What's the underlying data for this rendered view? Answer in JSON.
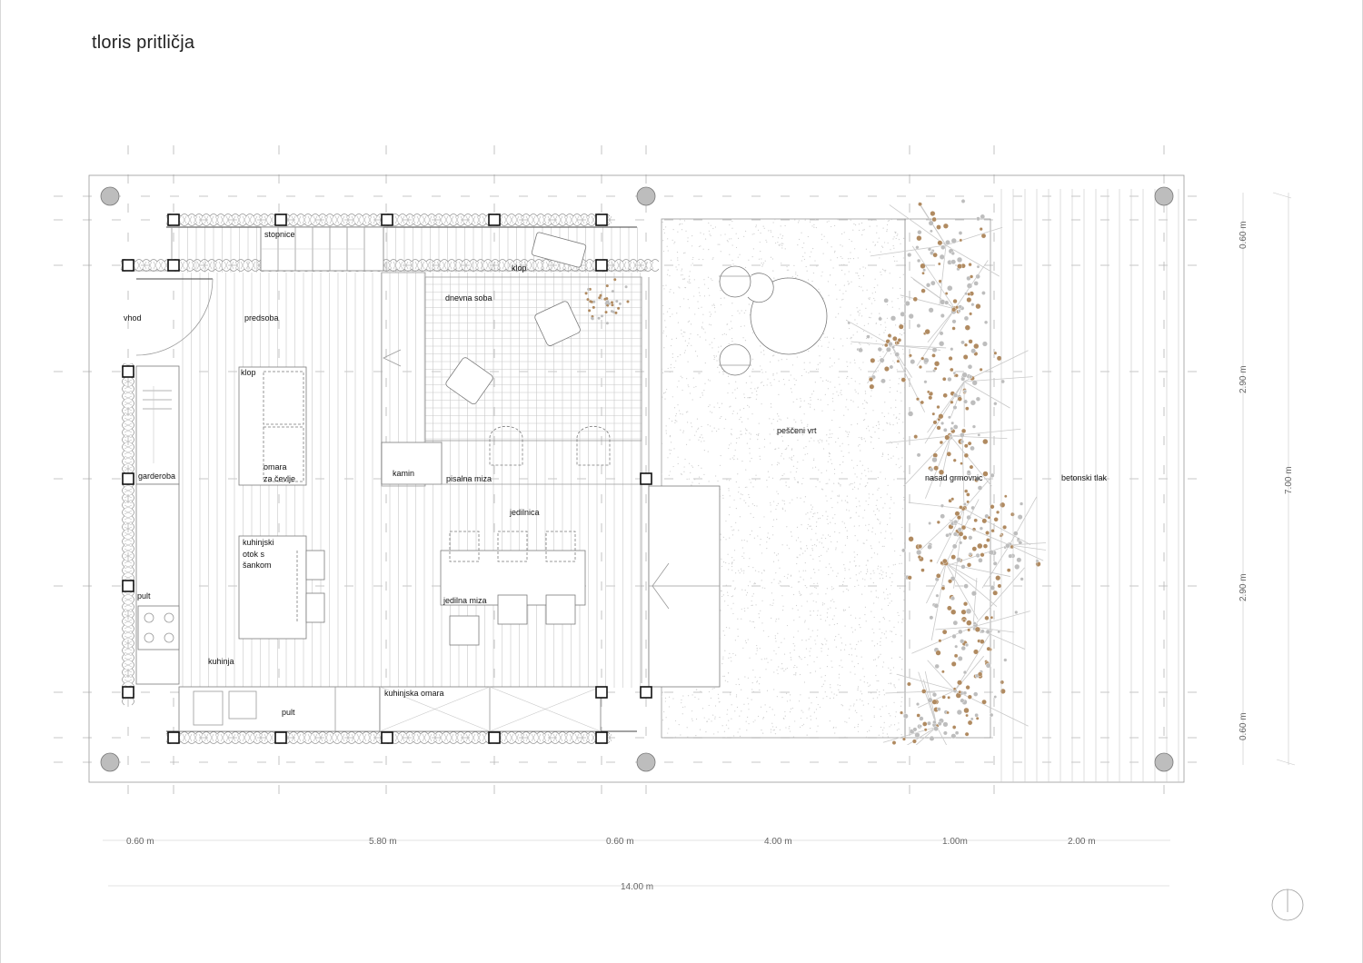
{
  "title": "tloris pritličja",
  "rooms": {
    "stopnice": "stopnice",
    "klop_top": "klop",
    "dnevna_soba": "dnevna soba",
    "vhod": "vhod",
    "predsoba": "predsoba",
    "klop_left": "klop",
    "omara": "omara",
    "za_cevlje": "za čevlje",
    "garderoba": "garderoba",
    "kamin": "kamin",
    "pisalna_miza": "pisalna miza",
    "jedilnica": "jedilnica",
    "kuhinjski_1": "kuhinjski",
    "kuhinjski_2": "otok s",
    "kuhinjski_3": "šankom",
    "jedilna_miza": "jedilna miza",
    "pult_left": "pult",
    "kuhinja": "kuhinja",
    "pult_bottom": "pult",
    "kuhinjska_omara": "kuhinjska omara",
    "pesceni_vrt": "peščeni vrt",
    "nasad_grmovnic": "nasad grmovnic",
    "betonski_tlak": "betonski tlak"
  },
  "dimensions": {
    "horizontal": [
      "0.60 m",
      "5.80 m",
      "0.60 m",
      "4.00 m",
      "1.00m",
      "2.00 m"
    ],
    "total": "14.00 m",
    "vertical": [
      "0.60 m",
      "2.90 m",
      "2.90 m",
      "0.60 m"
    ],
    "vertical_total": "7.00 m"
  },
  "colors": {
    "line": "#9a9a9a",
    "wall": "#444444",
    "shrub_brown": "#b08a60",
    "shrub_grey": "#bdbdbd",
    "gravel": "#cfcfcf"
  }
}
